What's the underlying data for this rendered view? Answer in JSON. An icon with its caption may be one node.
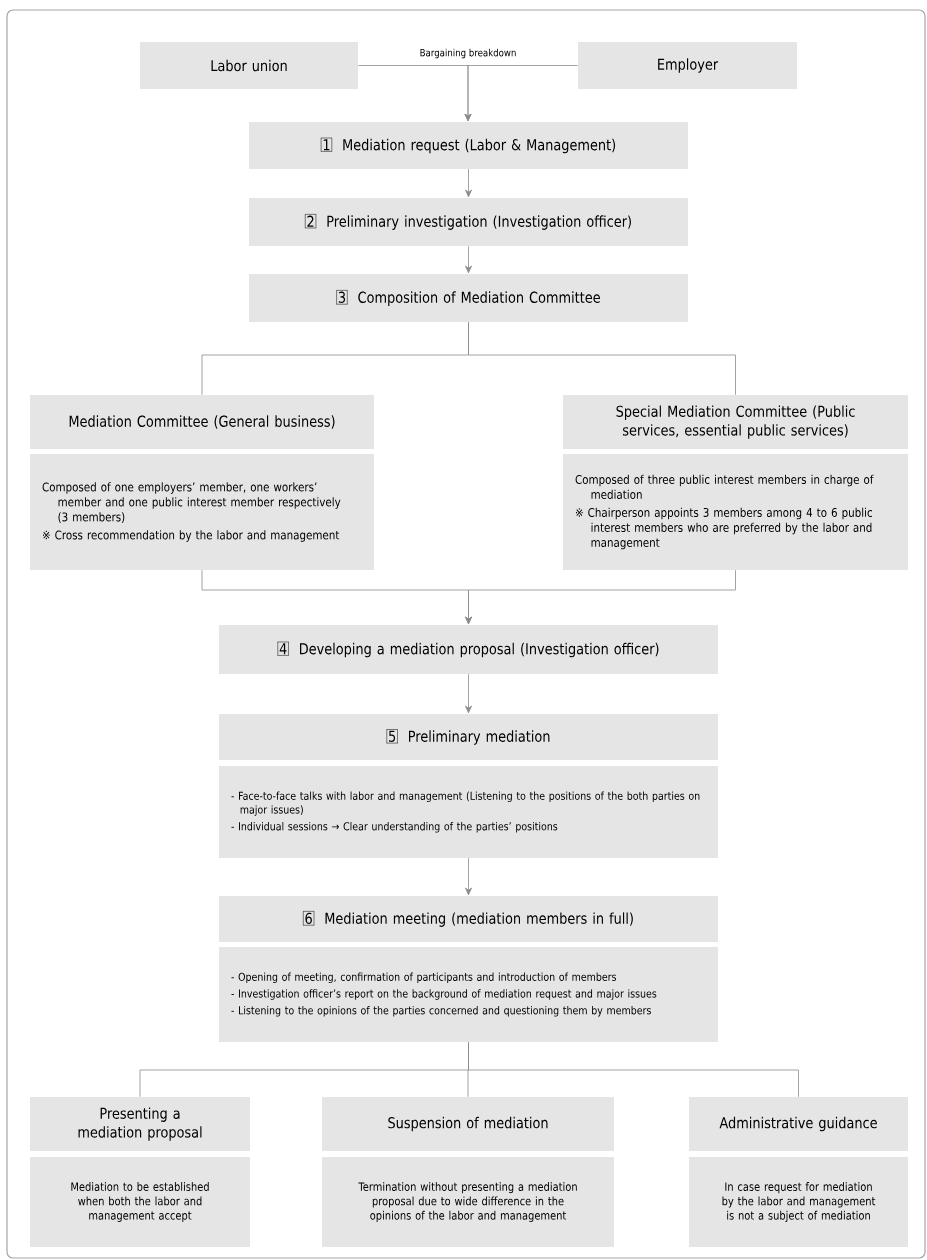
{
  "diagram": {
    "nodes": [
      {
        "text": [
          "Labor union"
        ]
      },
      {
        "text": [
          "Employer"
        ]
      },
      {
        "text": [
          "1",
          "Mediation request (Labor & Management)"
        ]
      },
      {
        "text": [
          "2",
          "Preliminary investigation (Investigation officer)"
        ]
      },
      {
        "text": [
          "3",
          "Composition of Mediation Committee"
        ]
      },
      {
        "text": [
          "Mediation Committee (General business)"
        ]
      },
      {
        "text": [
          "Composed of one employers’ member, one workers’ member and one public interest member respectively (3 members)",
          "※ Cross recommendation by the labor and management"
        ]
      },
      {
        "text": [
          "Special Mediation Committee (Public services, essential public services)"
        ]
      },
      {
        "text": [
          "Composed of three public interest members in charge of mediation",
          "※ Chairperson appoints 3 members among 4 to 6 public interest members who are preferred by the labor and management"
        ]
      },
      {
        "text": [
          "4",
          "Developing a mediation proposal (Investigation officer)"
        ]
      },
      {
        "text": [
          "5",
          "Preliminary mediation"
        ]
      },
      {
        "text": [
          "- Face-to-face talks with labor and management (Listening to the positions of the both parties on major issues)",
          "- Individual sessions → Clear understanding of the parties’ positions"
        ]
      },
      {
        "text": [
          "6",
          "Mediation meeting (mediation members in full)"
        ]
      },
      {
        "text": [
          "- Opening of meeting, confirmation of participants and introduction of members",
          "- Investigation officer’s report on the background of mediation request and major issues",
          "- Listening to the opinions of the parties concerned and questioning them by members"
        ]
      },
      {
        "text": [
          "Presenting a mediation proposal"
        ]
      },
      {
        "text": [
          "Mediation to be established when both the labor and management accept"
        ]
      },
      {
        "text": [
          "Suspension of mediation"
        ]
      },
      {
        "text": [
          "Termination without presenting a mediation proposal due to wide difference in the opinions of the labor and management"
        ]
      },
      {
        "text": [
          "Administrative guidance"
        ]
      },
      {
        "text": [
          "In case request for mediation by the labor and management is not a subject of mediation"
        ]
      }
    ],
    "edges": [
      {
        "from": 0,
        "to": 2,
        "arrow": "to",
        "label": "Bargaining breakdown"
      },
      {
        "from": 1,
        "to": 2,
        "arrow": "to"
      },
      {
        "from": 2,
        "to": 3,
        "arrow": "to"
      },
      {
        "from": 3,
        "to": 4,
        "arrow": "to"
      },
      {
        "from": 4,
        "to": 5,
        "arrow": "none"
      },
      {
        "from": 4,
        "to": 7,
        "arrow": "none"
      },
      {
        "from": 6,
        "to": 9,
        "arrow": "to"
      },
      {
        "from": 8,
        "to": 9,
        "arrow": "to"
      },
      {
        "from": 9,
        "to": 10,
        "arrow": "to"
      },
      {
        "from": 11,
        "to": 12,
        "arrow": "to"
      },
      {
        "from": 13,
        "to": 14,
        "arrow": "none"
      },
      {
        "from": 13,
        "to": 16,
        "arrow": "none"
      },
      {
        "from": 13,
        "to": 18,
        "arrow": "none"
      }
    ]
  }
}
